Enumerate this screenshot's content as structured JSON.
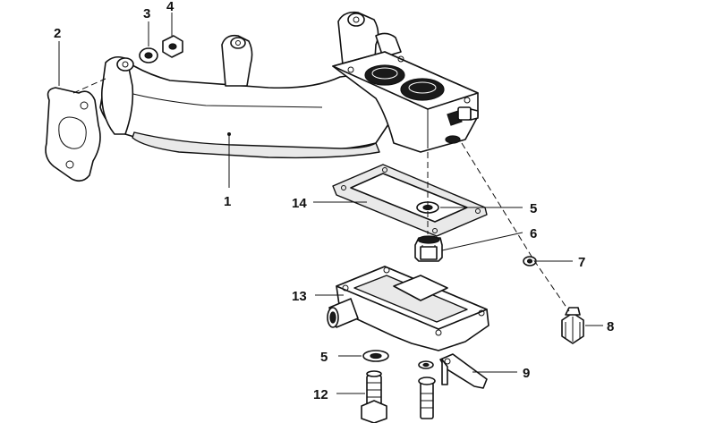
{
  "callouts": {
    "c1": "1",
    "c2": "2",
    "c3": "3",
    "c4": "4",
    "c5a": "5",
    "c5b": "5",
    "c6": "6",
    "c7": "7",
    "c8": "8",
    "c9": "9",
    "c12": "12",
    "c13": "13",
    "c14": "14"
  },
  "colors": {
    "line": "#111111",
    "background": "#ffffff"
  }
}
